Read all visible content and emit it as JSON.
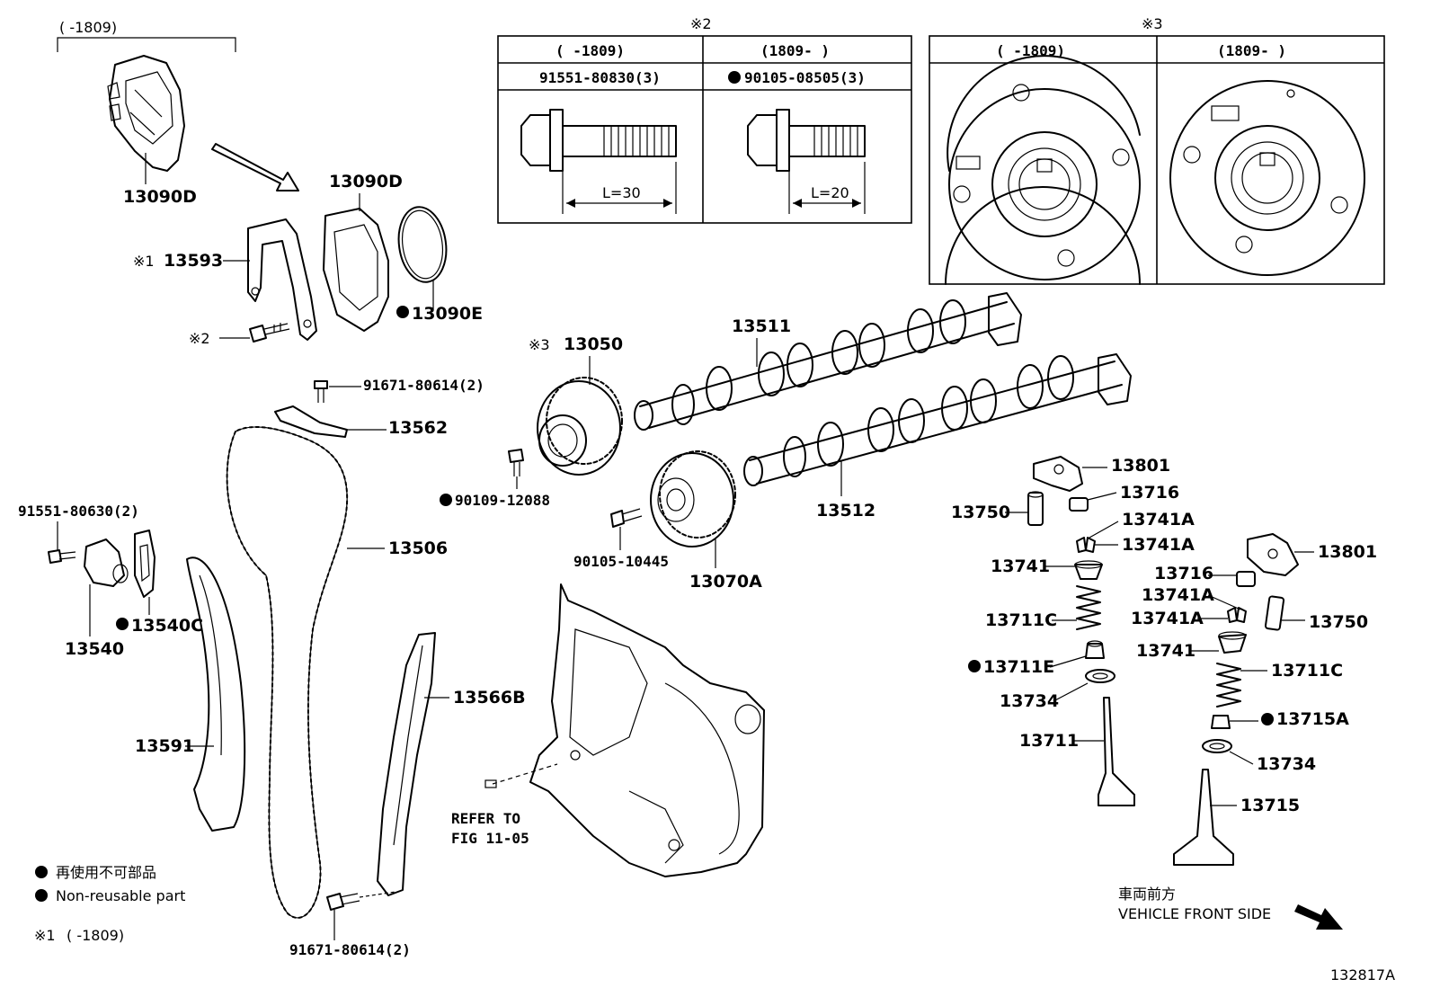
{
  "header": {
    "top_left_range": "(      -1809)",
    "mark2": "※2",
    "mark3": "※3"
  },
  "table2": {
    "col1_range": "(      -1809)",
    "col2_range": "(1809-      )",
    "col1_part": "91551-80830(3)",
    "col2_part": "90105-08505(3)",
    "col1_len": "L=30",
    "col2_len": "L=20"
  },
  "table3": {
    "col1_range": "(      -1809)",
    "col2_range": "(1809-      )"
  },
  "labels": {
    "p13090D_a": "13090D",
    "p13090D_b": "13090D",
    "p13090E": "13090E",
    "p13593": "13593",
    "p13593_mark": "※1",
    "bolt_mark2": "※2",
    "p91671_top": "91671-80614(2)",
    "p13562": "13562",
    "p13050": "13050",
    "p13050_mark": "※3",
    "p13511": "13511",
    "p13512": "13512",
    "p90109": "90109-12088",
    "p90105": "90105-10445",
    "p13070A": "13070A",
    "p13506": "13506",
    "p91551": "91551-80630(2)",
    "p13540": "13540",
    "p13540C": "13540C",
    "p13591": "13591",
    "p13566B": "13566B",
    "p91671_bottom": "91671-80614(2)",
    "refer_1": "REFER TO",
    "refer_2": "FIG 11-05",
    "p13801_a": "13801",
    "p13716_a": "13716",
    "p13750_a": "13750",
    "p13741A_a": "13741A",
    "p13741A_b": "13741A",
    "p13741_a": "13741",
    "p13711C_a": "13711C",
    "p13711E": "13711E",
    "p13734_a": "13734",
    "p13711": "13711",
    "p13801_b": "13801",
    "p13716_b": "13716",
    "p13741A_c": "13741A",
    "p13741A_d": "13741A",
    "p13750_b": "13750",
    "p13741_b": "13741",
    "p13711C_b": "13711C",
    "p13715A": "13715A",
    "p13734_b": "13734",
    "p13715": "13715"
  },
  "legend": {
    "jp": "再使用不可部品",
    "en": "Non-reusable part",
    "note1_mark": "※1",
    "note1_range": "(      -1809)"
  },
  "direction": {
    "jp": "車両前方",
    "en": "VEHICLE FRONT SIDE"
  },
  "figure_id": "132817A",
  "icons": [
    "non-reusable-dot-icon",
    "front-direction-arrow-icon"
  ]
}
